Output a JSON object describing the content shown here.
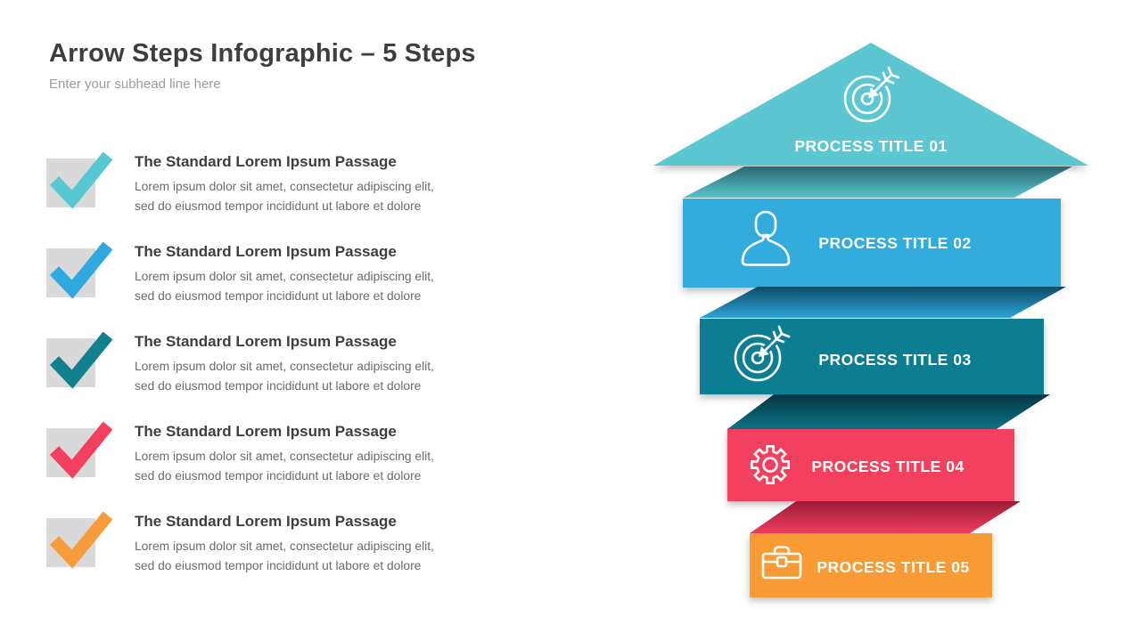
{
  "slide": {
    "title": "Arrow Steps Infographic – 5 Steps",
    "subtitle": "Enter your subhead line here"
  },
  "list": {
    "items": [
      {
        "title": "The Standard Lorem Ipsum Passage",
        "body_line1": "Lorem ipsum dolor sit amet, consectetur adipiscing elit,",
        "body_line2": "sed do eiusmod tempor incididunt ut labore et dolore",
        "check_color": "#55c8d0"
      },
      {
        "title": "The Standard Lorem Ipsum Passage",
        "body_line1": "Lorem ipsum dolor sit amet, consectetur adipiscing elit,",
        "body_line2": "sed do eiusmod tempor incididunt ut labore et dolore",
        "check_color": "#2fa9e0"
      },
      {
        "title": "The Standard Lorem Ipsum Passage",
        "body_line1": "Lorem ipsum dolor sit amet, consectetur adipiscing elit,",
        "body_line2": "sed do eiusmod tempor incididunt ut labore et dolore",
        "check_color": "#12818f"
      },
      {
        "title": "The Standard Lorem Ipsum Passage",
        "body_line1": "Lorem ipsum dolor sit amet, consectetur adipiscing elit,",
        "body_line2": "sed do eiusmod tempor incididunt ut labore et dolore",
        "check_color": "#f43f5e"
      },
      {
        "title": "The Standard Lorem Ipsum Passage",
        "body_line1": "Lorem ipsum dolor sit amet, consectetur adipiscing elit,",
        "body_line2": "sed do eiusmod tempor incididunt ut labore et dolore",
        "check_color": "#f89b3b"
      }
    ]
  },
  "process": {
    "steps": [
      {
        "label": "PROCESS TITLE 01",
        "icon": "target-icon",
        "color": "#5bc7d1"
      },
      {
        "label": "PROCESS TITLE 02",
        "icon": "person-icon",
        "color": "#33acdd"
      },
      {
        "label": "PROCESS TITLE 03",
        "icon": "target-icon",
        "color": "#0e7e91"
      },
      {
        "label": "PROCESS TITLE 04",
        "icon": "gear-icon",
        "color": "#f4405f"
      },
      {
        "label": "PROCESS TITLE 05",
        "icon": "briefcase-icon",
        "color": "#f89b35"
      }
    ]
  },
  "theme": {
    "background": "#ffffff",
    "heading_color": "#3e3e3e",
    "subtitle_color": "#9b9b9b",
    "body_color": "#6b6b6b",
    "step_label_color": "#ffffff",
    "check_box_color": "#d9d9d9"
  }
}
